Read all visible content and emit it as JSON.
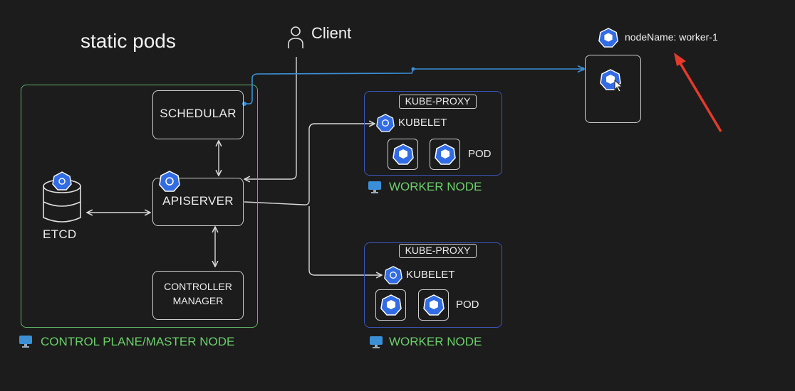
{
  "title": "static pods",
  "client_label": "Client",
  "node_name_label": "nodeName: worker-1",
  "control_plane": {
    "label": "CONTROL PLANE/MASTER NODE",
    "schedular": "SCHEDULAR",
    "apiserver": "APISERVER",
    "controller_manager": "CONTROLLER\nMANAGER",
    "etcd": "ETCD"
  },
  "worker1": {
    "kube_proxy": "KUBE-PROXY",
    "kubelet": "KUBELET",
    "pod": "POD",
    "label": "WORKER NODE"
  },
  "worker2": {
    "kube_proxy": "KUBE-PROXY",
    "kubelet": "KUBELET",
    "pod": "POD",
    "label": "WORKER NODE"
  },
  "colors": {
    "background": "#1c1c1c",
    "green": "#6ad06a",
    "blue_border": "#3a56b8",
    "k8s_blue": "#326ce5",
    "arrow_red": "#e53a2a",
    "link_blue": "#3b8fd6"
  }
}
